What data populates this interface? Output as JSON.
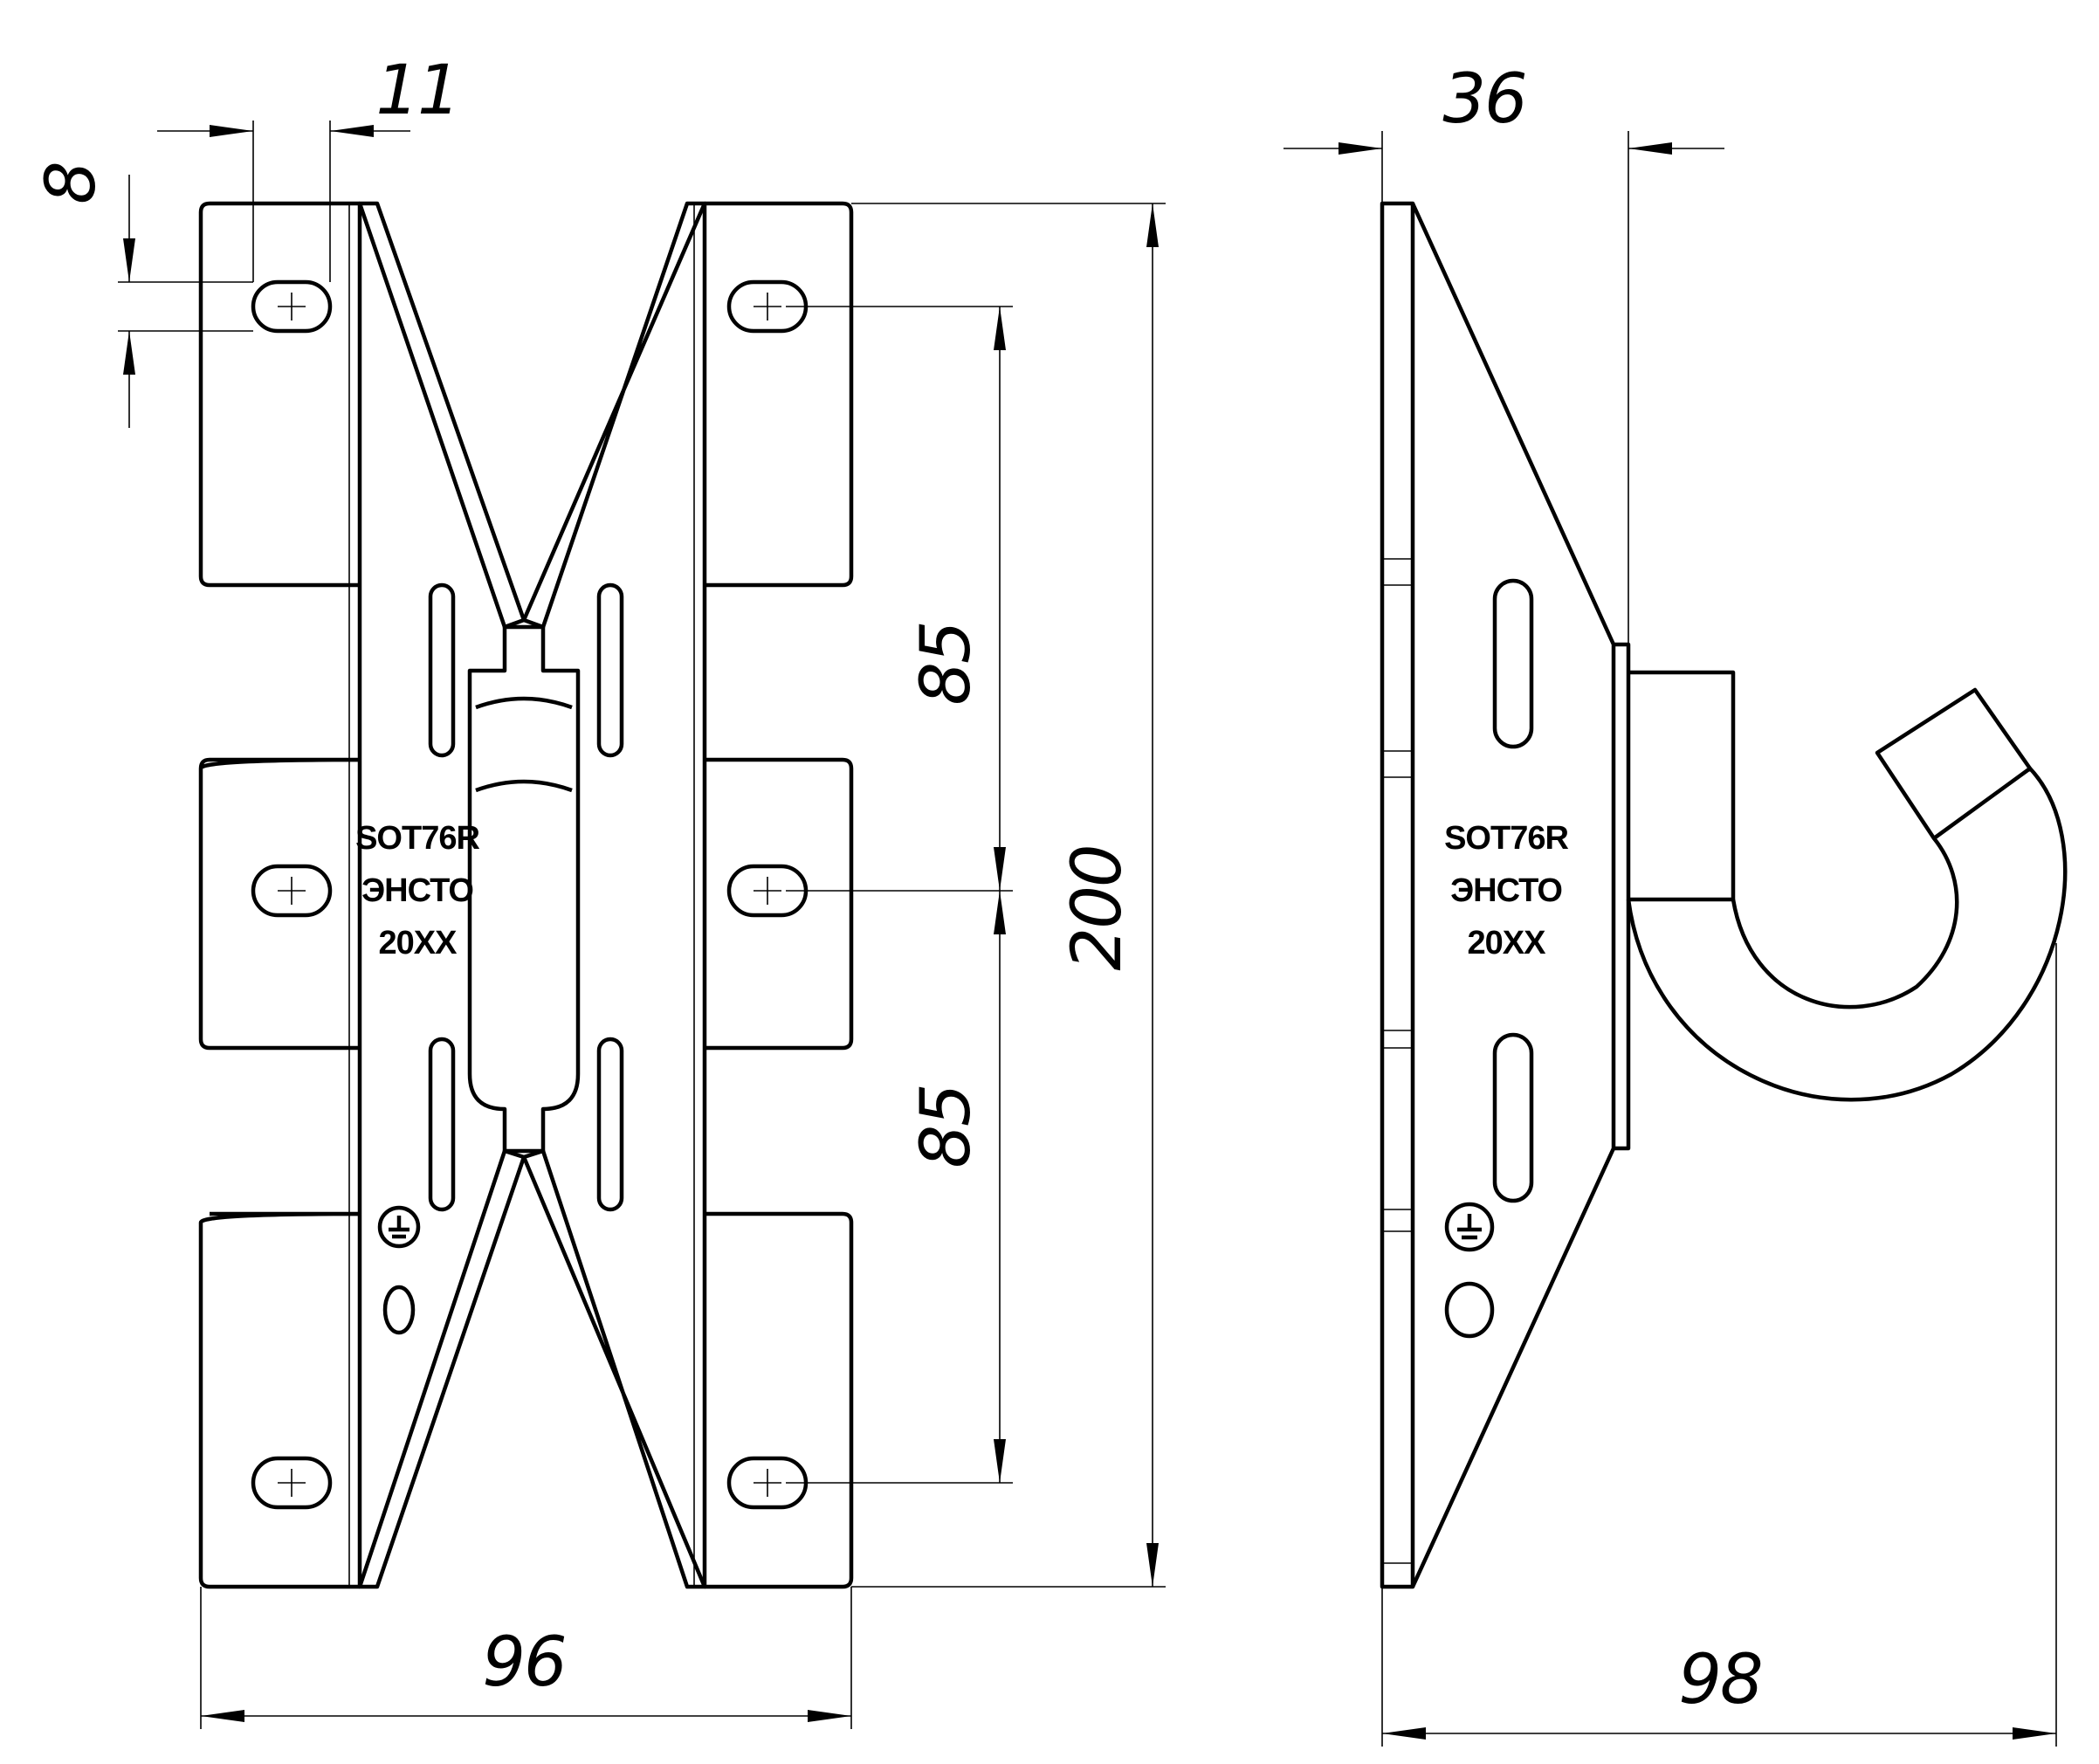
{
  "front_view": {
    "dimensions": {
      "slot_spacing": "11",
      "slot_width": "8",
      "spacing_upper": "85",
      "spacing_lower": "85",
      "overall_height": "200",
      "overall_width": "96"
    },
    "marking": [
      "SOT76R",
      "ЭНСТО",
      "20XX"
    ]
  },
  "side_view": {
    "dimensions": {
      "plate_offset": "36",
      "overall_depth": "98"
    },
    "marking": [
      "SOT76R",
      "ЭНСТО",
      "20XX"
    ]
  }
}
